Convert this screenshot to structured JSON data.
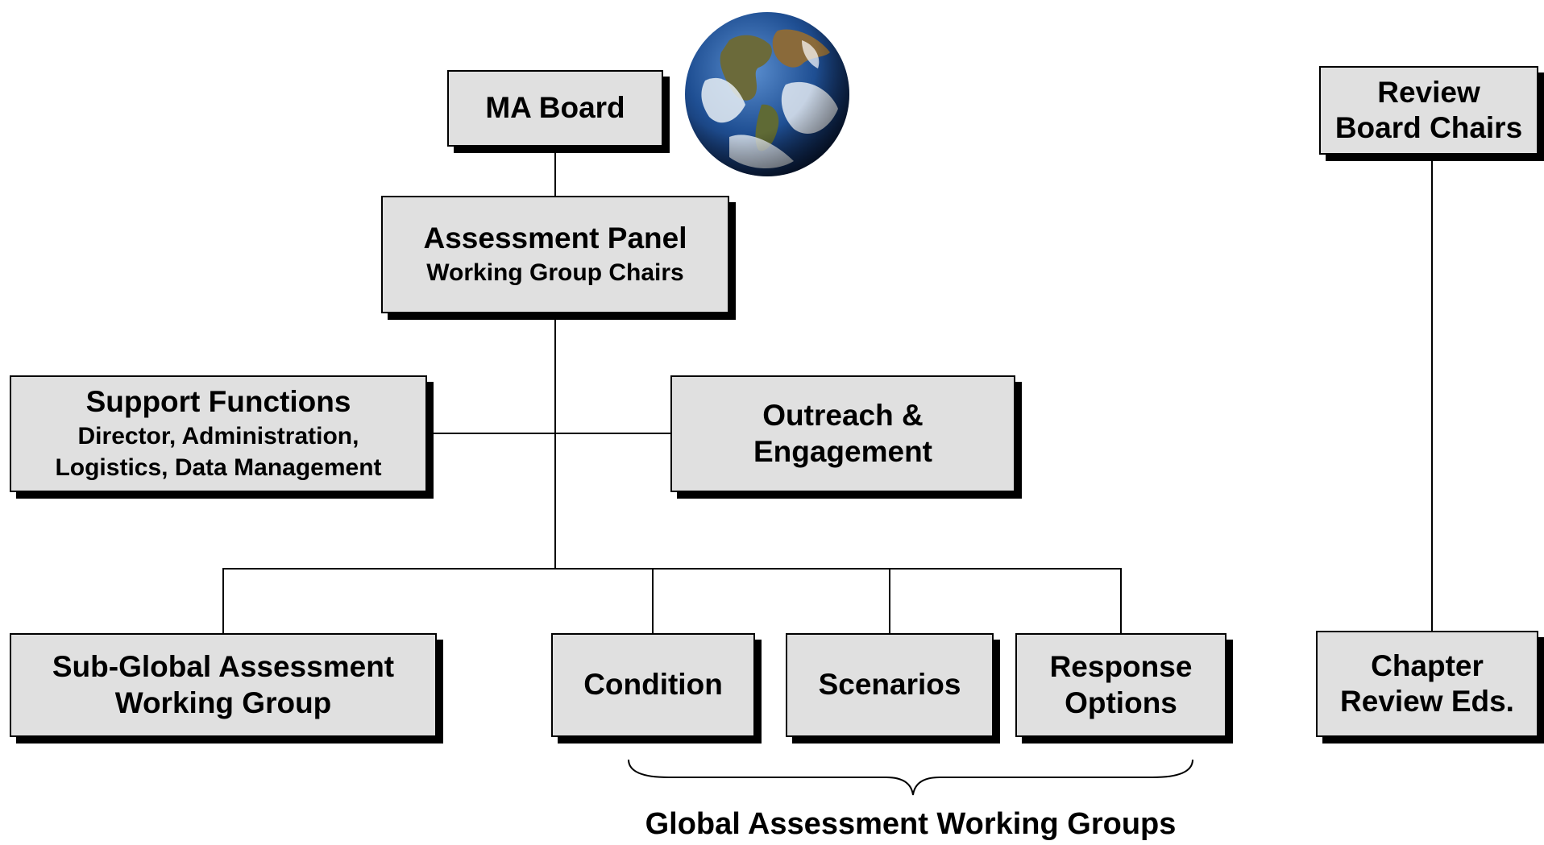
{
  "nodes": {
    "ma_board": {
      "title": "MA Board"
    },
    "assessment_panel": {
      "title": "Assessment Panel",
      "subtitle": "Working Group Chairs"
    },
    "support_functions": {
      "title": "Support Functions",
      "subtitle_line1": "Director, Administration,",
      "subtitle_line2": "Logistics, Data Management"
    },
    "outreach": {
      "line1": "Outreach &",
      "line2": "Engagement"
    },
    "sub_global": {
      "line1": "Sub-Global Assessment",
      "line2": "Working Group"
    },
    "condition": {
      "title": "Condition"
    },
    "scenarios": {
      "title": "Scenarios"
    },
    "response_options": {
      "line1": "Response",
      "line2": "Options"
    },
    "review_board": {
      "line1": "Review",
      "line2": "Board Chairs"
    },
    "chapter_review": {
      "line1": "Chapter",
      "line2": "Review Eds."
    }
  },
  "caption": "Global Assessment Working Groups",
  "icons": {
    "globe": "earth-globe-icon"
  }
}
